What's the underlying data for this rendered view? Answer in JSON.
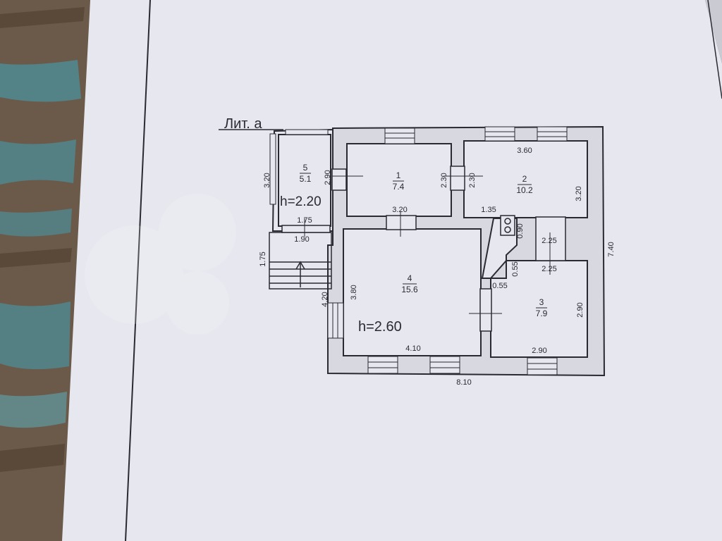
{
  "title_label": "Лит. а",
  "colors": {
    "paper": "#e6e7ef",
    "wall": "#d8d9e0",
    "ink": "#2a2a32",
    "wood_dark": "#5a4838",
    "wood_teal": "#4f8a92"
  },
  "rooms": [
    {
      "number": "1",
      "area": "7.4"
    },
    {
      "number": "2",
      "area": "10.2"
    },
    {
      "number": "3",
      "area": "7.9"
    },
    {
      "number": "4",
      "area": "15.6"
    },
    {
      "number": "5",
      "area": "5.1"
    }
  ],
  "heights": {
    "veranda": "h=2.20",
    "main": "h=2.60"
  },
  "dimensions": {
    "r5_height": "3.20",
    "r5_inner_width": "1.75",
    "r5_outer_width": "1.90",
    "r5_r1_height": "2.90",
    "r1_width": "3.20",
    "r1_right_height": "2.30",
    "r2_left_height": "2.30",
    "r2_width": "3.60",
    "r2_right_height": "3.20",
    "r2_bottom_left": "1.35",
    "r2_bottom_right": "2.25",
    "closet_height": "0.90",
    "r3_top_width": "2.25",
    "closet_gap_height": "0.55",
    "closet_gap_width": "0.55",
    "r3_height": "2.90",
    "r3_width": "2.90",
    "total_height": "7.40",
    "r4_height": "3.80",
    "porch_to_r4": "4.20",
    "porch_depth": "1.75",
    "r4_width": "4.10",
    "total_width": "8.10"
  }
}
